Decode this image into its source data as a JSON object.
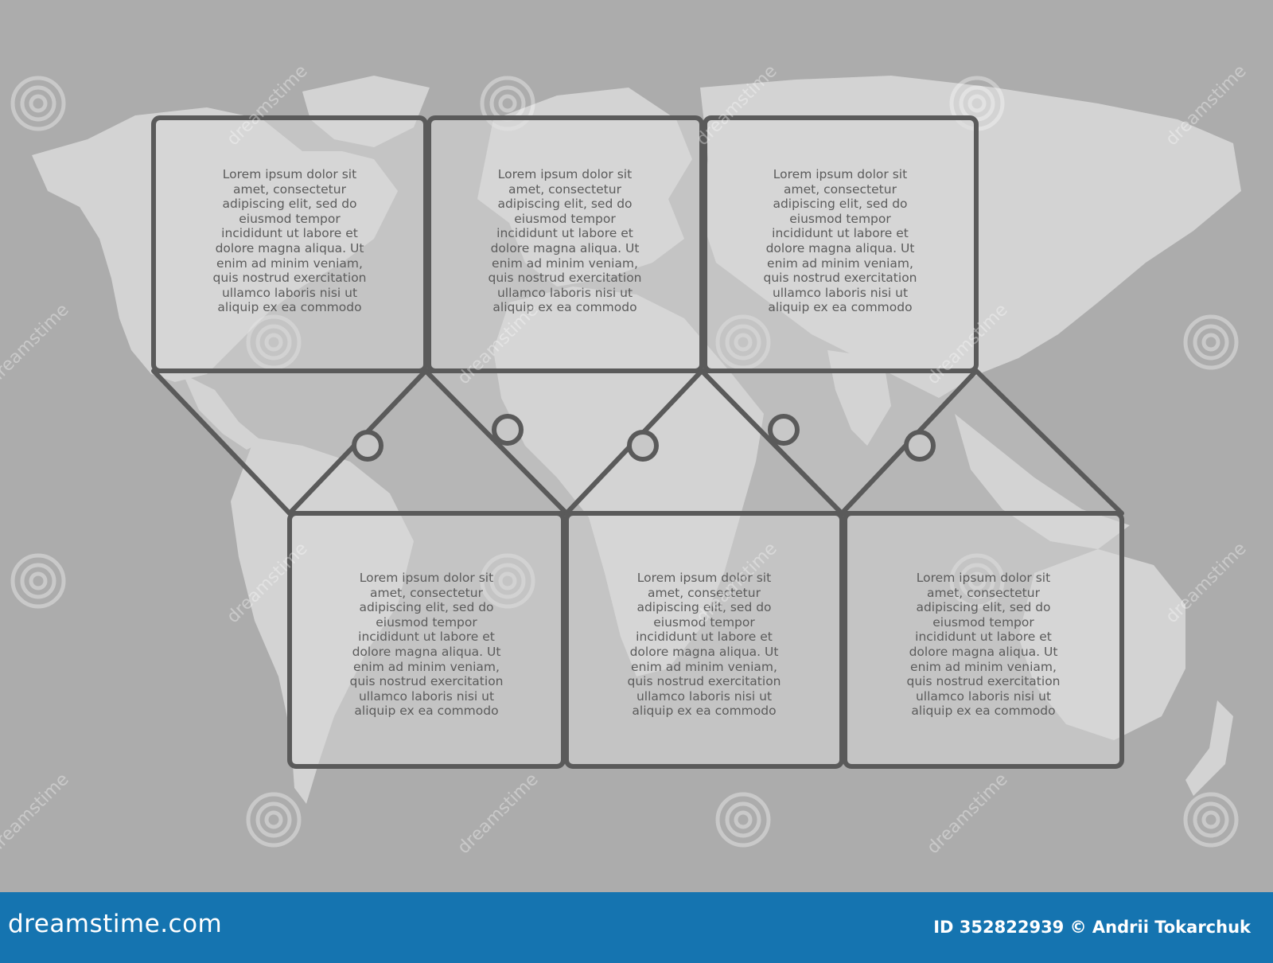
{
  "colors": {
    "background": "#acacac",
    "map": "#d3d3d3",
    "box_fill": "#d8d8d8",
    "outline": "#5a5a5a",
    "text": "#5b5b5b",
    "footer": "#1574b0"
  },
  "boxes": [
    {
      "id": "top-1",
      "text": "Lorem ipsum dolor sit\namet, consectetur\nadipiscing elit, sed do\neiusmod tempor\nincididunt ut labore et\ndolore magna aliqua. Ut\nenim ad minim veniam,\nquis nostrud exercitation\nullamco laboris nisi ut\naliquip ex ea commodo"
    },
    {
      "id": "top-2",
      "text": "Lorem ipsum dolor sit\namet, consectetur\nadipiscing elit, sed do\neiusmod tempor\nincididunt ut labore et\ndolore magna aliqua. Ut\nenim ad minim veniam,\nquis nostrud exercitation\nullamco laboris nisi ut\naliquip ex ea commodo"
    },
    {
      "id": "top-3",
      "text": "Lorem ipsum dolor sit\namet, consectetur\nadipiscing elit, sed do\neiusmod tempor\nincididunt ut labore et\ndolore magna aliqua. Ut\nenim ad minim veniam,\nquis nostrud exercitation\nullamco laboris nisi ut\naliquip ex ea commodo"
    },
    {
      "id": "bottom-1",
      "text": "Lorem ipsum dolor sit\namet, consectetur\nadipiscing elit, sed do\neiusmod tempor\nincididunt ut labore et\ndolore magna aliqua. Ut\nenim ad minim veniam,\nquis nostrud exercitation\nullamco laboris nisi ut\naliquip ex ea commodo"
    },
    {
      "id": "bottom-2",
      "text": "Lorem ipsum dolor sit\namet, consectetur\nadipiscing elit, sed do\neiusmod tempor\nincididunt ut labore et\ndolore magna aliqua. Ut\nenim ad minim veniam,\nquis nostrud exercitation\nullamco laboris nisi ut\naliquip ex ea commodo"
    },
    {
      "id": "bottom-3",
      "text": "Lorem ipsum dolor sit\namet, consectetur\nadipiscing elit, sed do\neiusmod tempor\nincididunt ut labore et\ndolore magna aliqua. Ut\nenim ad minim veniam,\nquis nostrud exercitation\nullamco laboris nisi ut\naliquip ex ea commodo"
    }
  ],
  "watermark": {
    "text": "dreamstime",
    "icon": "spiral-icon"
  },
  "footer": {
    "logo": "dreamstime.com",
    "credit": "ID 352822939 © Andrii Tokarchuk"
  }
}
